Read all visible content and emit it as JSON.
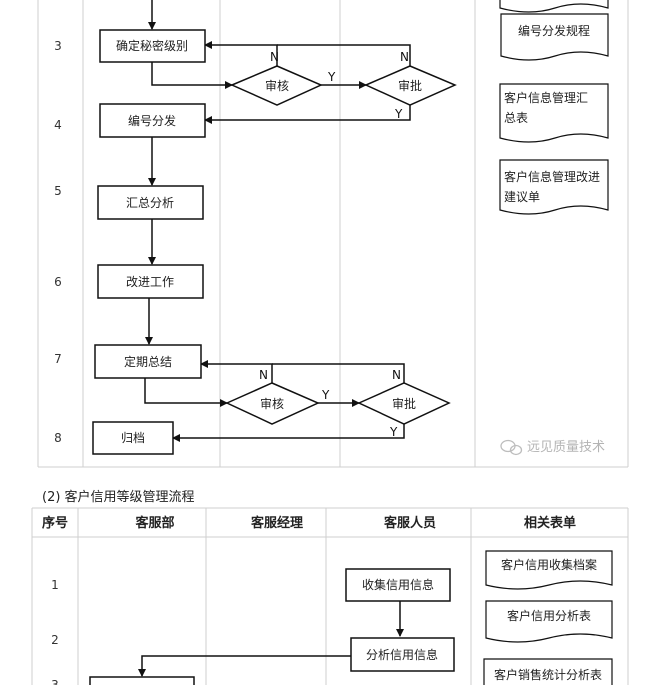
{
  "upper_flowchart": {
    "row_numbers": [
      "3",
      "4",
      "5",
      "6",
      "7",
      "8"
    ],
    "process_boxes": [
      "确定秘密级别",
      "编号分发",
      "汇总分析",
      "改进工作",
      "定期总结",
      "归档"
    ],
    "decisions": [
      "审核",
      "审批",
      "审核",
      "审批"
    ],
    "branch_labels": {
      "no": "N",
      "yes": "Y"
    },
    "related_forms": [
      "编号分发规程",
      "客户信息管理汇总表",
      "客户信息管理改进建议单"
    ],
    "watermark": "远见质量技术"
  },
  "section_caption": "(2) 客户信用等级管理流程",
  "lower_table": {
    "headers": [
      "序号",
      "客服部",
      "客服经理",
      "客服人员",
      "相关表单"
    ],
    "row_numbers": [
      "1",
      "2",
      "3"
    ],
    "process_boxes": [
      "收集信用信息",
      "分析信用信息"
    ],
    "related_forms": [
      "客户信用收集档案",
      "客户信用分析表",
      "客户销售统计分析表"
    ]
  }
}
